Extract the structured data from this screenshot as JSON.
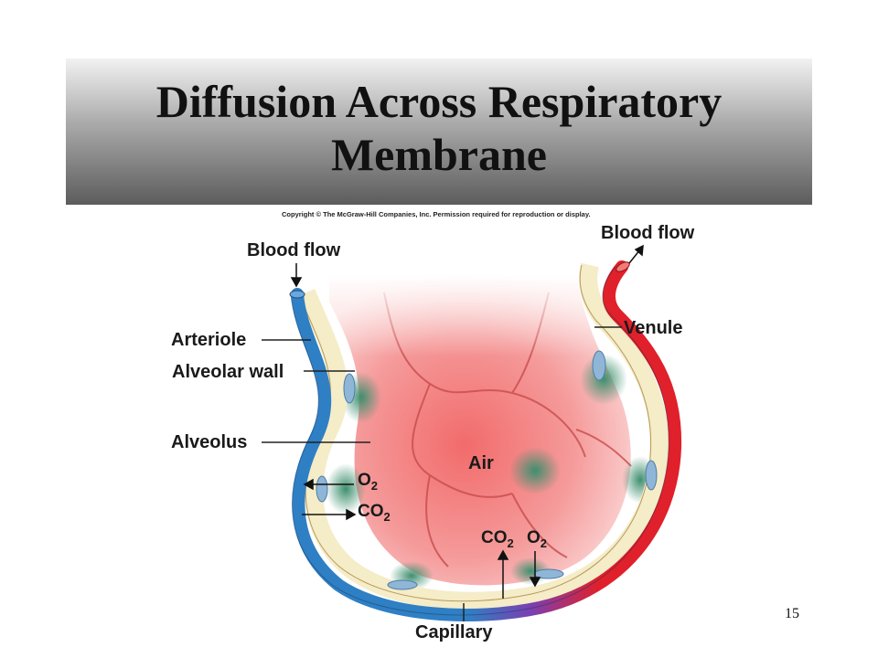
{
  "slide": {
    "title": "Diffusion Across Respiratory Membrane",
    "page_number": "15"
  },
  "figure": {
    "copyright": "Copyright © The McGraw-Hill Companies, Inc. Permission required for reproduction or display.",
    "labels": {
      "blood_flow_in": "Blood flow",
      "blood_flow_out": "Blood flow",
      "arteriole": "Arteriole",
      "alveolar_wall": "Alveolar wall",
      "alveolus": "Alveolus",
      "venule": "Venule",
      "air": "Air",
      "capillary": "Capillary",
      "o2_left_base": "O",
      "o2_left_sub": "2",
      "co2_left_base": "CO",
      "co2_left_sub": "2",
      "co2_bottom_base": "CO",
      "co2_bottom_sub": "2",
      "o2_bottom_base": "O",
      "o2_bottom_sub": "2"
    },
    "colors": {
      "arteriole": "#2f7fc4",
      "venule": "#e0202a",
      "capillary_mid": "#7b3fb0",
      "alveolus_fill": "#f4a3a3",
      "wall": "#f5ecc8",
      "cell_nucleus": "#3e8f6e",
      "endothelial": "#8fb6d6"
    }
  }
}
